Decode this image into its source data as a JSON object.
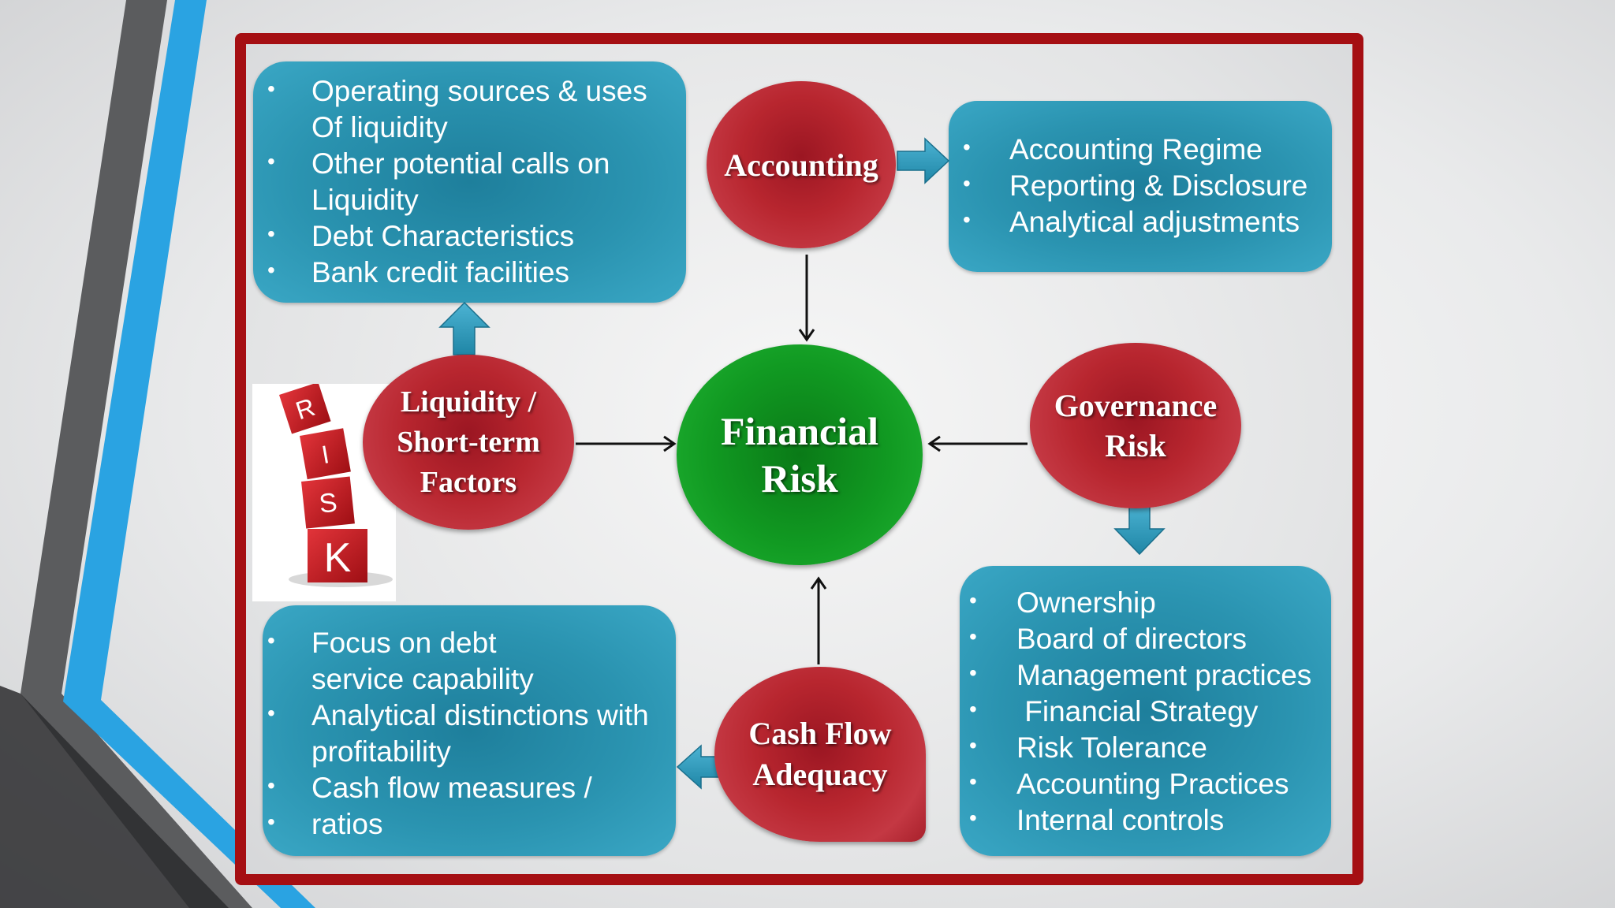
{
  "nodes": {
    "accounting": "Accounting",
    "financial_risk": "Financial\nRisk",
    "liquidity": "Liquidity /\nShort-term\nFactors",
    "governance": "Governance\nRisk",
    "cash_flow": "Cash Flow\nAdequacy"
  },
  "boxes": {
    "liquidity": [
      "Operating sources & uses",
      "Of liquidity",
      "Other potential calls on",
      "Liquidity",
      "Debt Characteristics",
      "Bank credit facilities"
    ],
    "accounting": [
      "Accounting Regime",
      "Reporting & Disclosure",
      "Analytical adjustments"
    ],
    "cash_flow": [
      "Focus on debt",
      "service capability",
      "Analytical distinctions with",
      "profitability",
      "Cash flow measures /",
      "ratios"
    ],
    "governance": [
      "Ownership",
      "Board of directors",
      "Management practices",
      " Financial Strategy",
      "Risk Tolerance",
      "Accounting Practices",
      "Internal controls"
    ]
  },
  "dice_letters": [
    "R",
    "I",
    "S",
    "K"
  ],
  "bullet": "•",
  "colors": {
    "frame": "#a50f13",
    "box": "#2a93b0",
    "node_red": "#b8262f",
    "node_green": "#119a22",
    "accent_blue": "#29a3e0",
    "accent_gray": "#5a5a5a"
  }
}
